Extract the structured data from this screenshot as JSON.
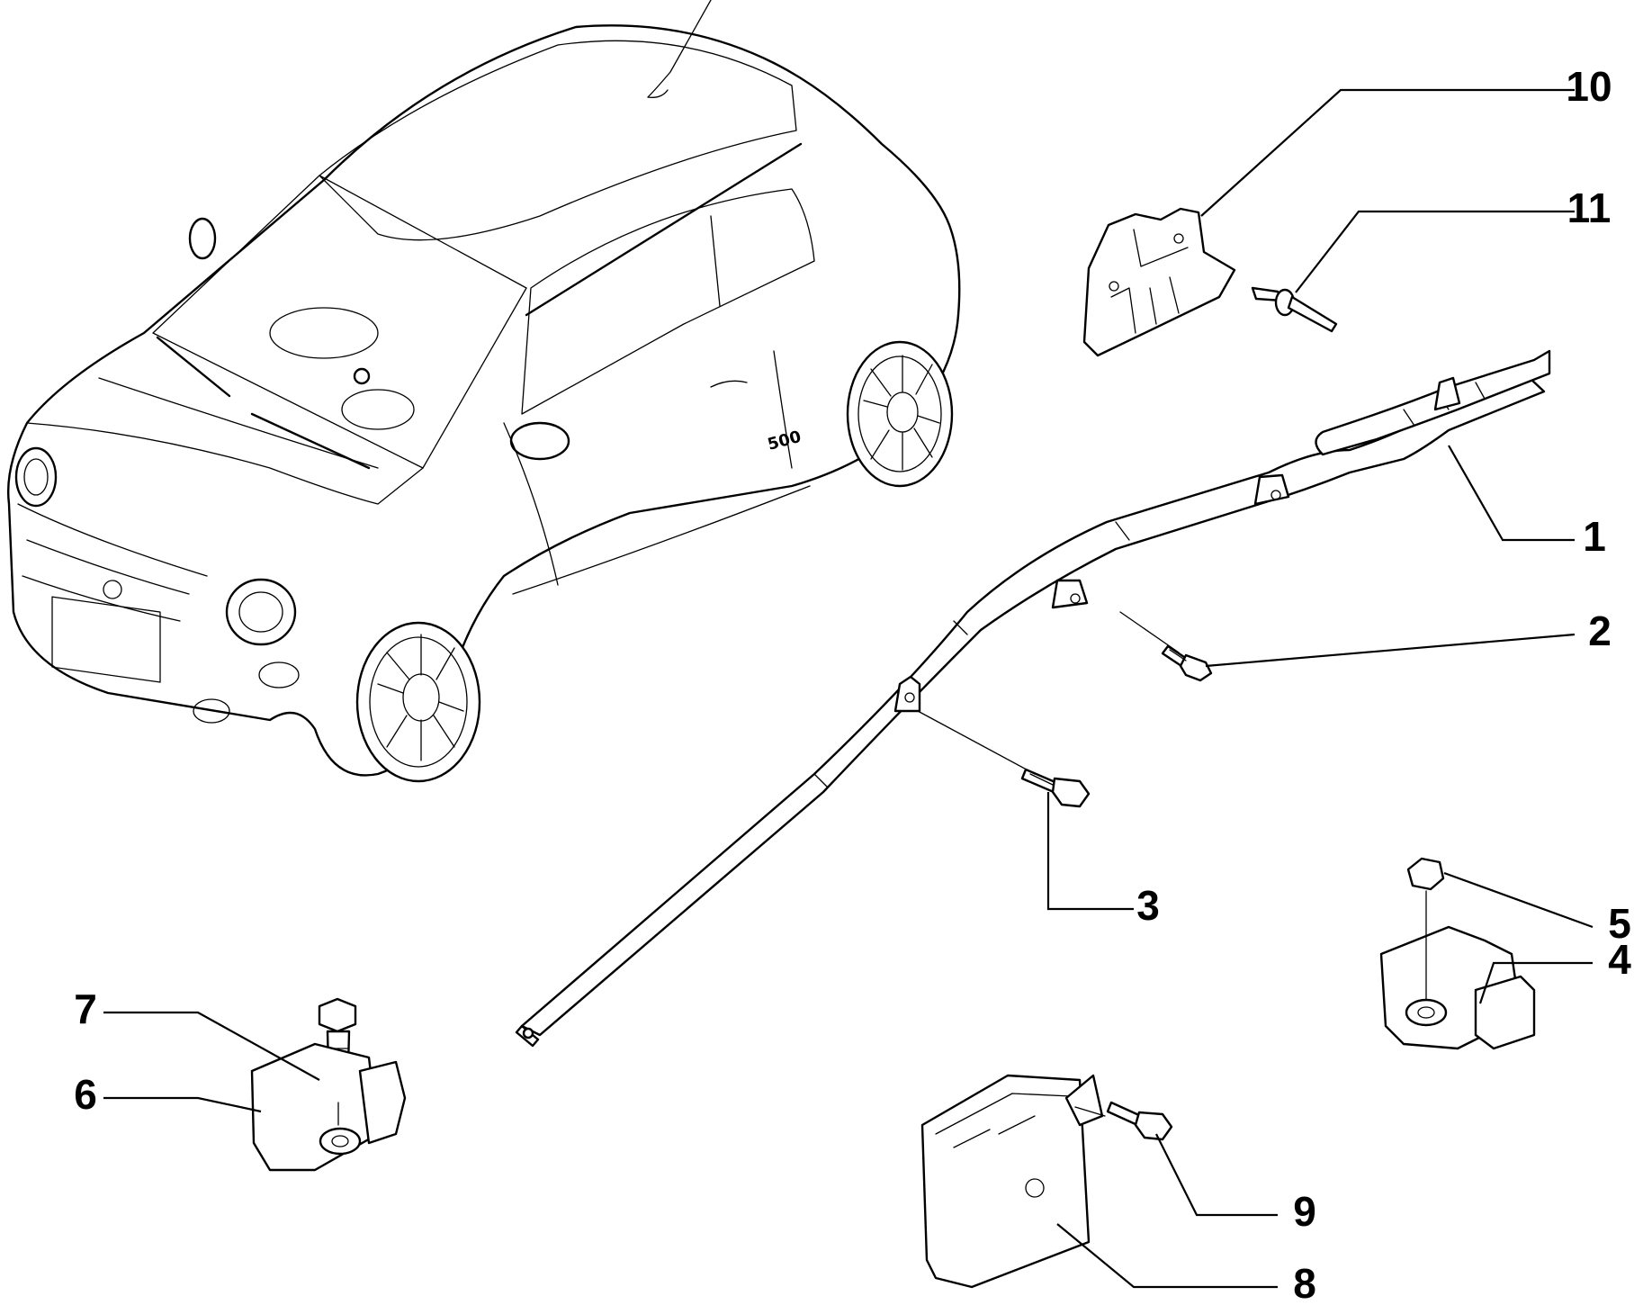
{
  "callouts": [
    {
      "id": "1",
      "label": "1"
    },
    {
      "id": "2",
      "label": "2"
    },
    {
      "id": "3",
      "label": "3"
    },
    {
      "id": "4",
      "label": "4"
    },
    {
      "id": "5",
      "label": "5"
    },
    {
      "id": "6",
      "label": "6"
    },
    {
      "id": "7",
      "label": "7"
    },
    {
      "id": "8",
      "label": "8"
    },
    {
      "id": "9",
      "label": "9"
    },
    {
      "id": "10",
      "label": "10"
    },
    {
      "id": "11",
      "label": "11"
    }
  ],
  "car_badge": "500"
}
